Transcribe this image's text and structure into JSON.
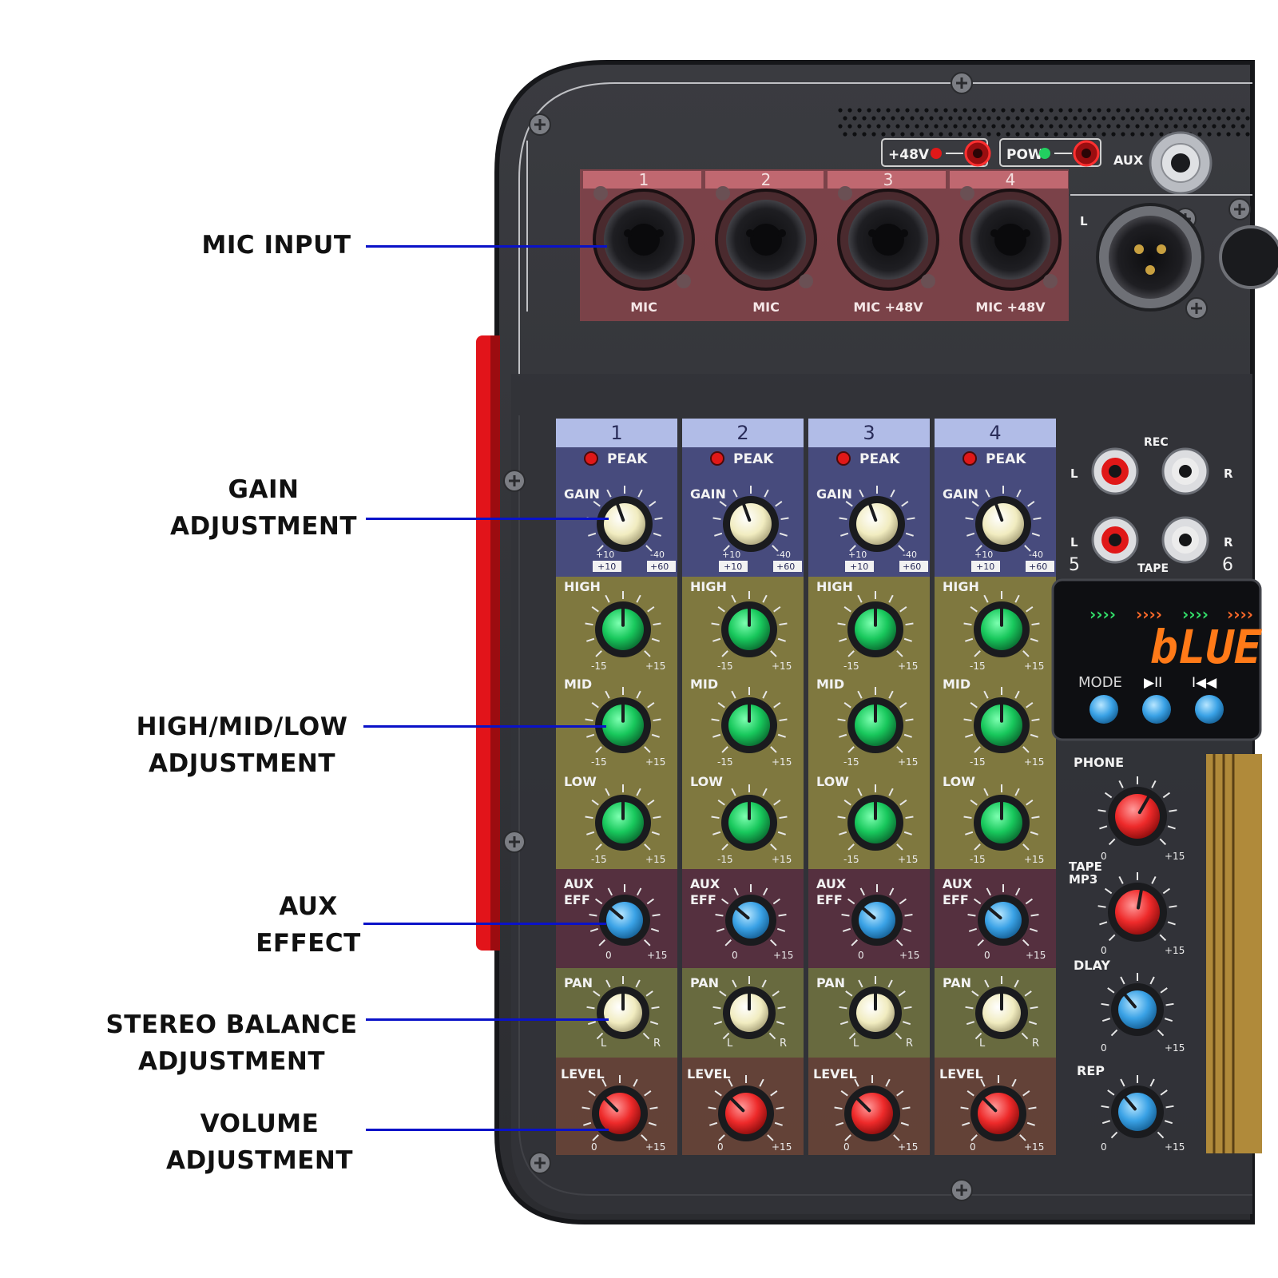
{
  "callouts": {
    "mic_input": [
      "MIC INPUT"
    ],
    "gain": [
      "GAIN",
      "ADJUSTMENT"
    ],
    "eq": [
      "HIGH/MID/LOW",
      "ADJUSTMENT"
    ],
    "aux": [
      "AUX",
      "EFFECT"
    ],
    "pan": [
      "STEREO BALANCE",
      "ADJUSTMENT"
    ],
    "volume": [
      "VOLUME",
      "ADJUSTMENT"
    ]
  },
  "panel": {
    "top_indicators": {
      "phantom": "+48V",
      "power": "POW",
      "aux_jack": "AUX"
    },
    "xlr_L": "L",
    "channels": [
      {
        "num": "1",
        "input": "MIC"
      },
      {
        "num": "2",
        "input": "MIC"
      },
      {
        "num": "3",
        "input": "MIC +48V"
      },
      {
        "num": "4",
        "input": "MIC +48V"
      }
    ],
    "strip_labels": {
      "peak": "PEAK",
      "gain": "GAIN",
      "gain_lo": "+10",
      "gain_hi": "-40",
      "gain_lo2": "+10",
      "gain_hi2": "+60",
      "high": "HIGH",
      "mid": "MID",
      "low": "LOW",
      "eq_min": "-15",
      "eq_max": "+15",
      "aux1": "AUX",
      "aux2": "EFF",
      "zero": "0",
      "plus15": "+15",
      "pan": "PAN",
      "pan_l": "L",
      "pan_r": "R",
      "level": "LEVEL"
    },
    "rca": {
      "rec": "REC",
      "tape": "TAPE",
      "L": "L",
      "R": "R",
      "ch5": "5",
      "ch6": "6"
    },
    "player": {
      "display": "bLUE",
      "mode": "MODE",
      "play": "▶II",
      "prev": "I◀◀"
    },
    "right_knobs": {
      "phone": "PHONE",
      "tape1": "TAPE",
      "tape2": "MP3",
      "dlay": "DLAY",
      "rep": "REP",
      "zero": "0",
      "plus15": "+15"
    },
    "colors": {
      "body": "#2f3034",
      "body_edge": "#1c1d20",
      "mic_band": "#8e3a3e",
      "peak_band": "#4a4f86",
      "eq_band": "#8a8240",
      "aux_band": "#5a3040",
      "pan_band": "#6f7240",
      "level_band": "#6a4438",
      "knob_green": "#1fd46a",
      "knob_red": "#f03030",
      "knob_blue": "#3aa8ec",
      "knob_cream": "#f4efc4",
      "leader": "#0a12c8",
      "led_red": "#e01818",
      "led_green": "#22d060",
      "display": "#ff7a18"
    }
  }
}
